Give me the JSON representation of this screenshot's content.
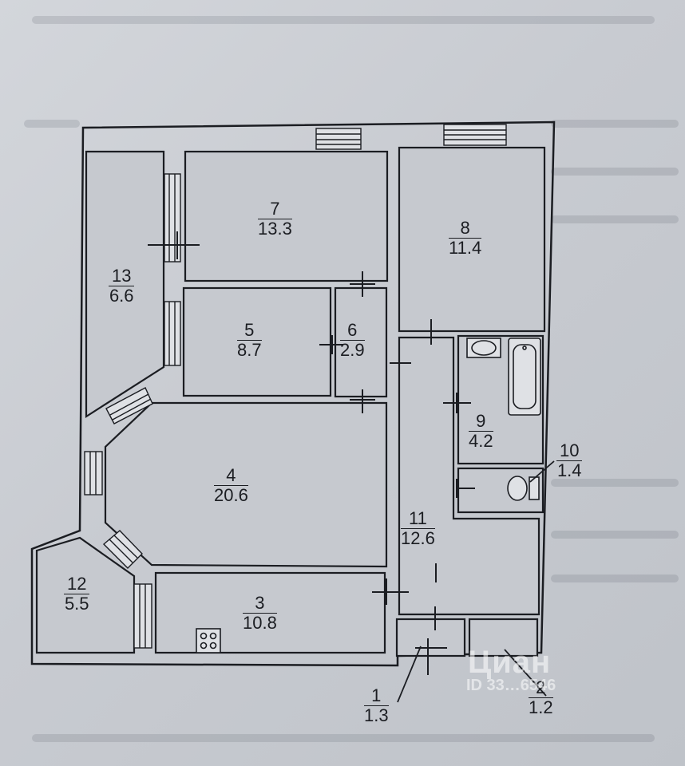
{
  "rooms": [
    {
      "number": "1",
      "area": "1.3"
    },
    {
      "number": "2",
      "area": "1.2"
    },
    {
      "number": "3",
      "area": "10.8"
    },
    {
      "number": "4",
      "area": "20.6"
    },
    {
      "number": "5",
      "area": "8.7"
    },
    {
      "number": "6",
      "area": "2.9"
    },
    {
      "number": "7",
      "area": "13.3"
    },
    {
      "number": "8",
      "area": "11.4"
    },
    {
      "number": "9",
      "area": "4.2"
    },
    {
      "number": "10",
      "area": "1.4"
    },
    {
      "number": "11",
      "area": "12.6"
    },
    {
      "number": "12",
      "area": "5.5"
    },
    {
      "number": "13",
      "area": "6.6"
    }
  ],
  "watermark": {
    "brand": "Циан",
    "id": "ID 33…6546"
  },
  "colors": {
    "line": "#1b1d22",
    "paper": "#c9ccd2",
    "room_fill": "#c6c9cf"
  }
}
